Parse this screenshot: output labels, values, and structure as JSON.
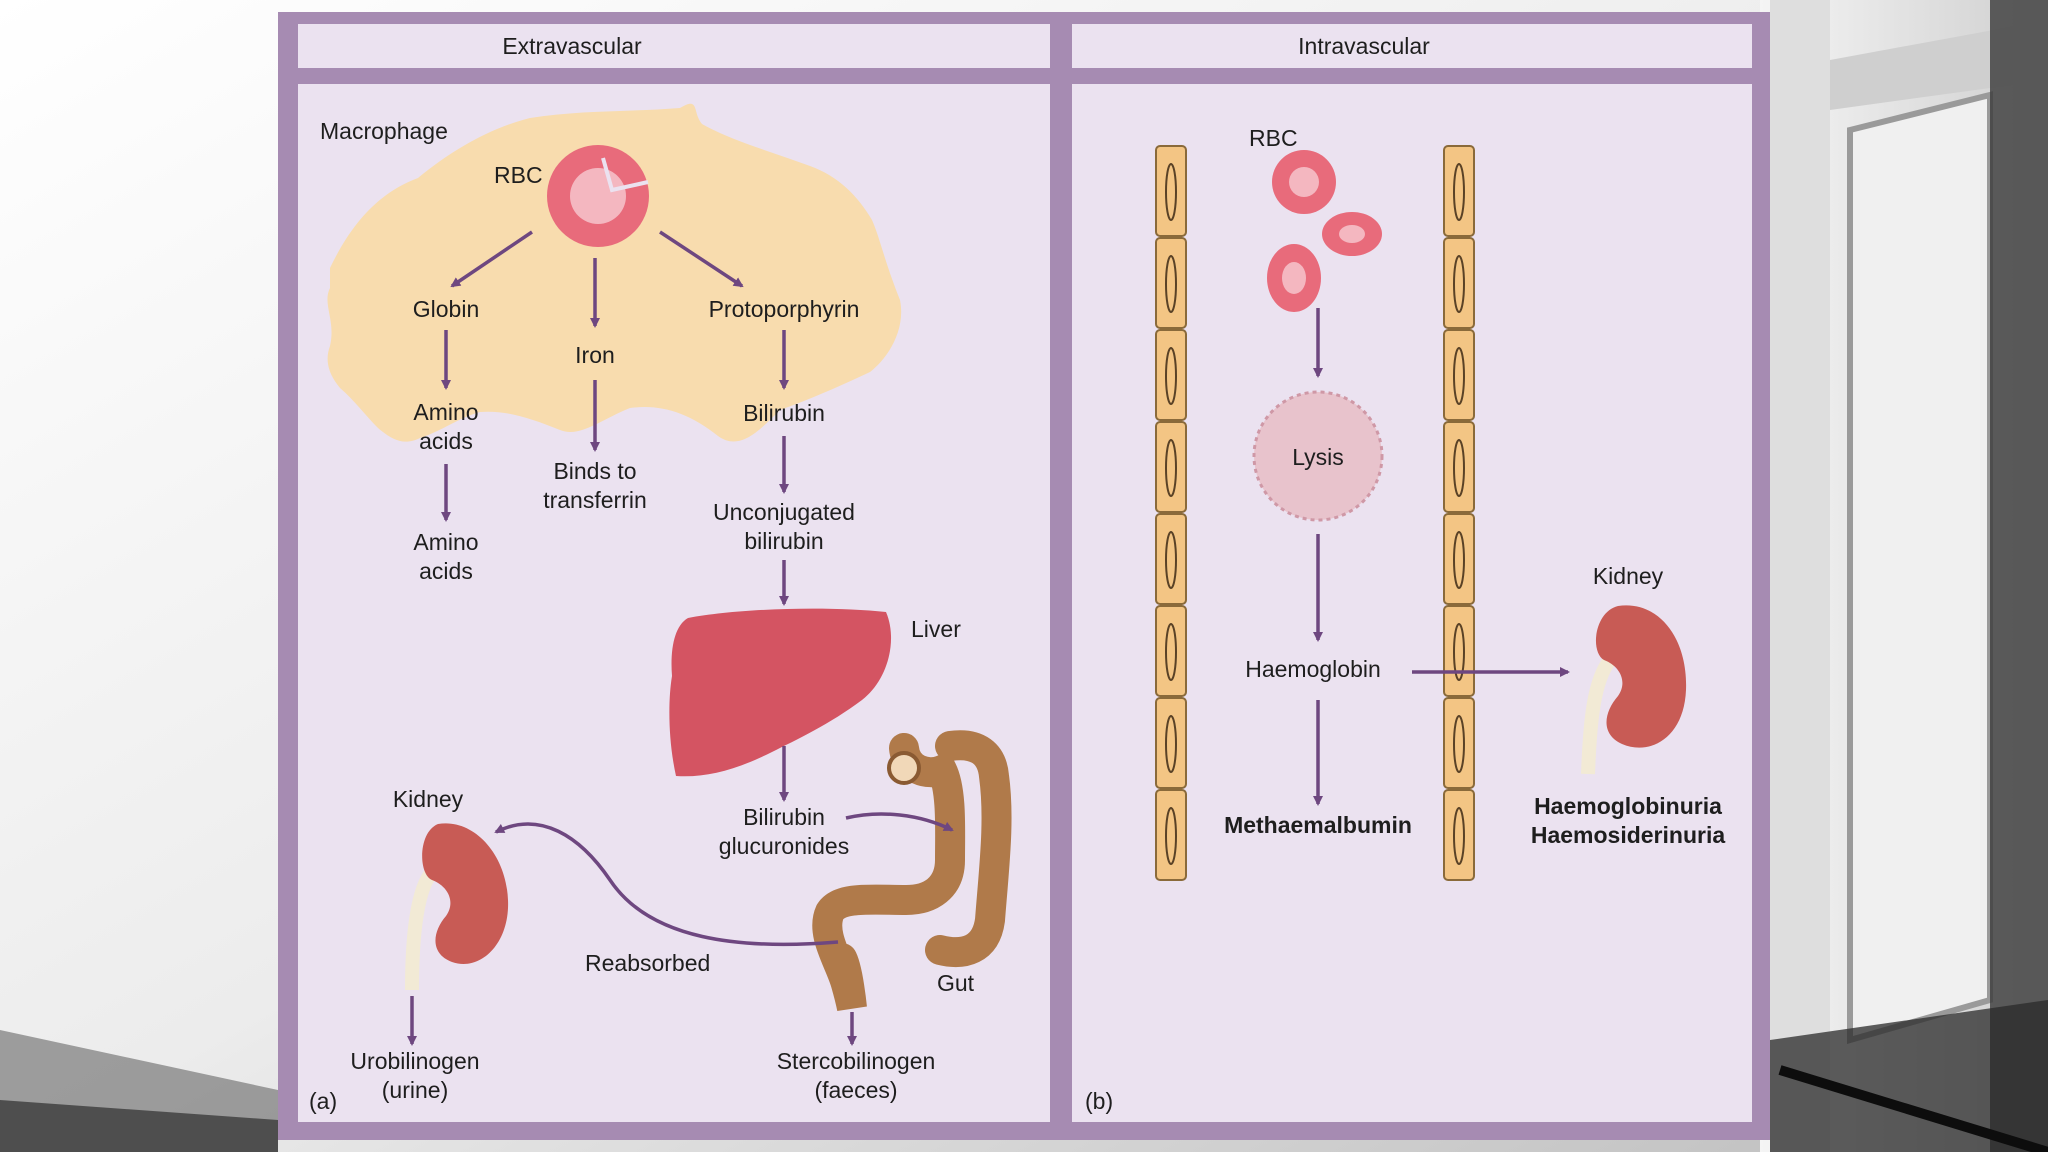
{
  "colors": {
    "frame": "#a68bb2",
    "panel": "#ebe2f0",
    "arrow": "#6e4780",
    "macrophage": "#f8dcae",
    "rbc": "#e86b7b",
    "liver": "#d45462",
    "kidney": "#c85b55",
    "gut": "#b07a4a",
    "vessel": "#f3c584",
    "lysis": "#e8c3cc"
  },
  "panels": {
    "left_header": "Extravascular",
    "right_header": "Intravascular",
    "left_tag": "(a)",
    "right_tag": "(b)"
  },
  "extravascular": {
    "macrophage": "Macrophage",
    "rbc": "RBC",
    "globin": "Globin",
    "iron": "Iron",
    "protoporphyrin": "Protoporphyrin",
    "amino_acids_inner": "Amino\nacids",
    "bilirubin": "Bilirubin",
    "binds_transferrin": "Binds to\ntransferrin",
    "amino_acids_outer": "Amino\nacids",
    "unconjugated": "Unconjugated\nbilirubin",
    "liver": "Liver",
    "glucuronides": "Bilirubin\nglucuronides",
    "kidney": "Kidney",
    "reabsorbed": "Reabsorbed",
    "gut": "Gut",
    "urobilinogen": "Urobilinogen\n(urine)",
    "stercobilinogen": "Stercobilinogen\n(faeces)"
  },
  "intravascular": {
    "rbc": "RBC",
    "lysis": "Lysis",
    "haemoglobin": "Haemoglobin",
    "methaemalbumin": "Methaemalbumin",
    "kidney": "Kidney",
    "outcomes": "Haemoglobinuria\nHaemosiderinuria"
  }
}
